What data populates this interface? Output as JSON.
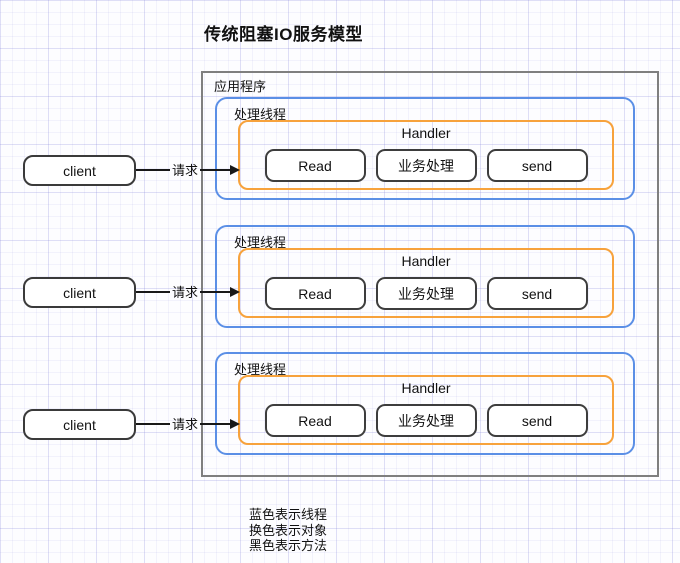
{
  "title": "传统阻塞IO服务模型",
  "application": {
    "label": "应用程序"
  },
  "threads": [
    {
      "label": "处理线程",
      "handler": {
        "label": "Handler",
        "methods": [
          "Read",
          "业务处理",
          "send"
        ]
      }
    },
    {
      "label": "处理线程",
      "handler": {
        "label": "Handler",
        "methods": [
          "Read",
          "业务处理",
          "send"
        ]
      }
    },
    {
      "label": "处理线程",
      "handler": {
        "label": "Handler",
        "methods": [
          "Read",
          "业务处理",
          "send"
        ]
      }
    }
  ],
  "clients": [
    {
      "label": "client",
      "request_label": "请求"
    },
    {
      "label": "client",
      "request_label": "请求"
    },
    {
      "label": "client",
      "request_label": "请求"
    }
  ],
  "legend": {
    "lines": [
      "蓝色表示线程",
      "换色表示对象",
      "黑色表示方法"
    ]
  },
  "colors": {
    "thread_border_blue": "#5b8fe6",
    "handler_border_orange": "#f7a23c",
    "application_border_gray": "#7f7f7f",
    "shape_border_dark": "#3d3d3d",
    "arrow_black": "#181818",
    "grid_line": "#e9e9f7",
    "background": "#fdfdff"
  }
}
